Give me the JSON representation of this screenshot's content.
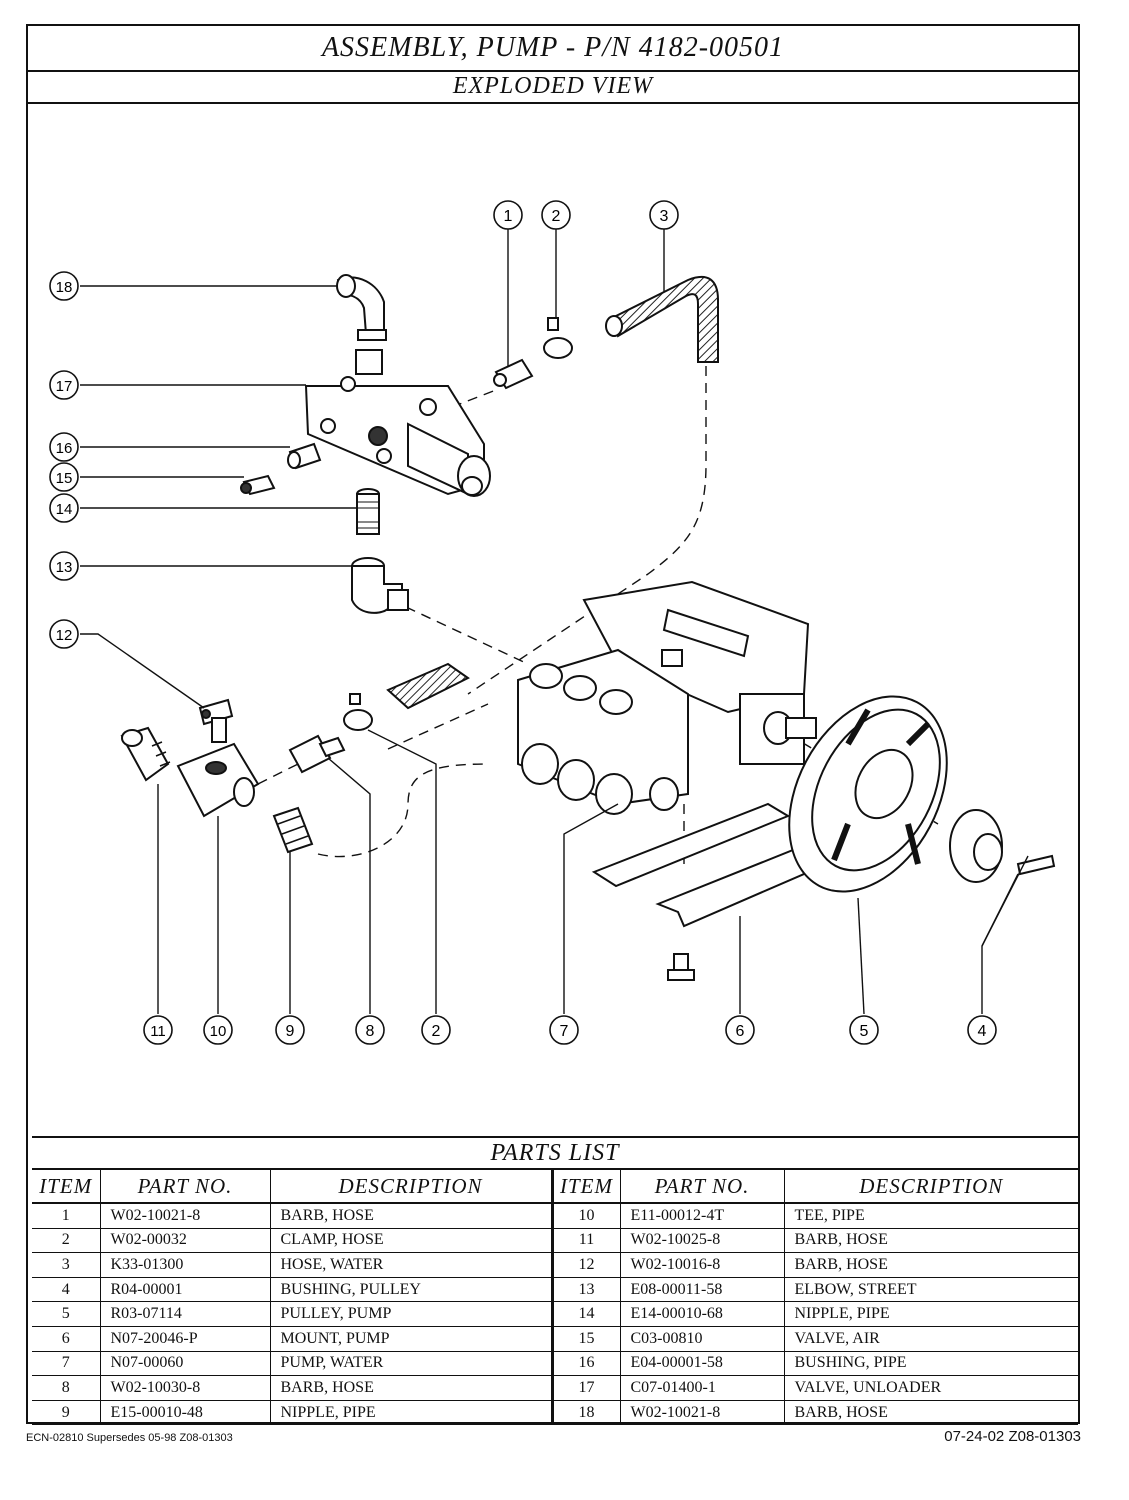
{
  "document": {
    "title": "ASSEMBLY, PUMP - P/N 4182-00501",
    "subtitle": "EXPLODED VIEW"
  },
  "diagram": {
    "callouts": [
      "1",
      "2",
      "3",
      "4",
      "5",
      "6",
      "7",
      "8",
      "9",
      "10",
      "11",
      "12",
      "13",
      "14",
      "15",
      "16",
      "17",
      "18"
    ]
  },
  "parts_list": {
    "heading": "PARTS LIST",
    "columns": [
      "ITEM",
      "PART NO.",
      "DESCRIPTION",
      "ITEM",
      "PART NO.",
      "DESCRIPTION"
    ],
    "rows": [
      {
        "item_a": "1",
        "part_a": "W02-10021-8",
        "desc_a": "BARB, HOSE",
        "item_b": "10",
        "part_b": "E11-00012-4T",
        "desc_b": "TEE, PIPE"
      },
      {
        "item_a": "2",
        "part_a": "W02-00032",
        "desc_a": "CLAMP, HOSE",
        "item_b": "11",
        "part_b": "W02-10025-8",
        "desc_b": "BARB, HOSE"
      },
      {
        "item_a": "3",
        "part_a": "K33-01300",
        "desc_a": "HOSE, WATER",
        "item_b": "12",
        "part_b": "W02-10016-8",
        "desc_b": "BARB, HOSE"
      },
      {
        "item_a": "4",
        "part_a": "R04-00001",
        "desc_a": "BUSHING, PULLEY",
        "item_b": "13",
        "part_b": "E08-00011-58",
        "desc_b": "ELBOW, STREET"
      },
      {
        "item_a": "5",
        "part_a": "R03-07114",
        "desc_a": "PULLEY, PUMP",
        "item_b": "14",
        "part_b": "E14-00010-68",
        "desc_b": "NIPPLE, PIPE"
      },
      {
        "item_a": "6",
        "part_a": "N07-20046-P",
        "desc_a": "MOUNT, PUMP",
        "item_b": "15",
        "part_b": "C03-00810",
        "desc_b": "VALVE, AIR"
      },
      {
        "item_a": "7",
        "part_a": "N07-00060",
        "desc_a": "PUMP, WATER",
        "item_b": "16",
        "part_b": "E04-00001-58",
        "desc_b": "BUSHING, PIPE"
      },
      {
        "item_a": "8",
        "part_a": "W02-10030-8",
        "desc_a": "BARB, HOSE",
        "item_b": "17",
        "part_b": "C07-01400-1",
        "desc_b": "VALVE, UNLOADER"
      },
      {
        "item_a": "9",
        "part_a": "E15-00010-48",
        "desc_a": "NIPPLE, PIPE",
        "item_b": "18",
        "part_b": "W02-10021-8",
        "desc_b": "BARB, HOSE"
      }
    ]
  },
  "footer": {
    "left": "ECN-02810 Supersedes 05-98 Z08-01303",
    "right": "07-24-02 Z08-01303"
  }
}
